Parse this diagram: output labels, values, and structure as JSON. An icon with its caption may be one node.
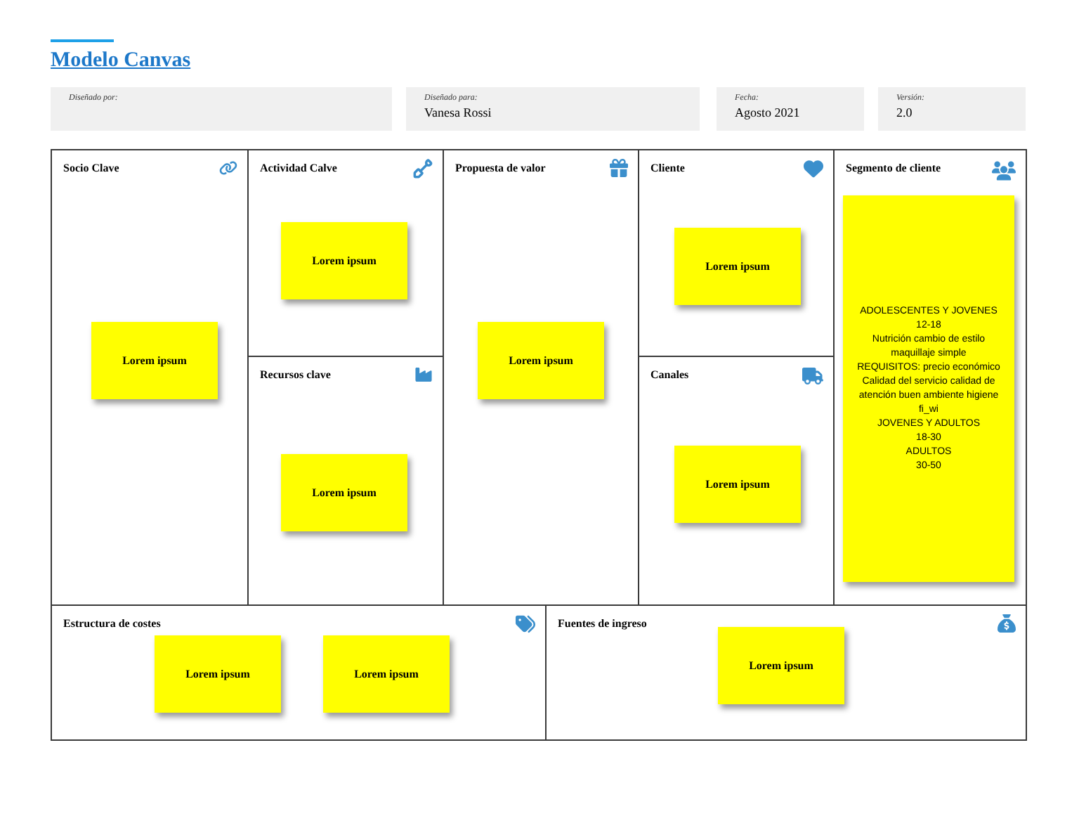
{
  "diagram": {
    "title": "Modelo Canvas",
    "nodes": [
      {
        "text": [
          "Diseñado por:"
        ]
      },
      {
        "text": [
          "Diseñado para:",
          "Vanesa Rossi"
        ]
      },
      {
        "text": [
          "Fecha:",
          "Agosto 2021"
        ]
      },
      {
        "text": [
          "Versión:",
          "2.0"
        ]
      },
      {
        "text": [
          "Socio Clave"
        ]
      },
      {
        "text": [
          "Lorem ipsum"
        ],
        "in": 4
      },
      {
        "text": [
          "Actividad Calve"
        ]
      },
      {
        "text": [
          "Lorem ipsum"
        ],
        "in": 6
      },
      {
        "text": [
          "Propuesta de valor"
        ]
      },
      {
        "text": [
          "Lorem ipsum"
        ],
        "in": 8
      },
      {
        "text": [
          "Cliente"
        ]
      },
      {
        "text": [
          "Lorem ipsum"
        ],
        "in": 10
      },
      {
        "text": [
          "Segmento de cliente"
        ]
      },
      {
        "text": [
          "ADOLESCENTES Y JOVENES",
          "12-18",
          "Nutrición cambio de estilo maquillaje simple",
          "REQUISITOS: precio económico",
          "Calidad del servicio calidad de atención buen ambiente higiene fi_wi",
          "JOVENES Y ADULTOS",
          "18-30",
          "ADULTOS",
          "30-50"
        ],
        "in": 12
      },
      {
        "text": [
          "Recursos clave"
        ]
      },
      {
        "text": [
          "Lorem ipsum"
        ],
        "in": 14
      },
      {
        "text": [
          "Canales"
        ]
      },
      {
        "text": [
          "Lorem ipsum"
        ],
        "in": 16
      },
      {
        "text": [
          "Estructura de costes"
        ]
      },
      {
        "text": [
          "Lorem ipsum"
        ],
        "in": 18
      },
      {
        "text": [
          "Lorem ipsum"
        ],
        "in": 18
      },
      {
        "text": [
          "Fuentes de ingreso"
        ]
      },
      {
        "text": [
          "Lorem ipsum"
        ],
        "in": 21
      }
    ]
  }
}
